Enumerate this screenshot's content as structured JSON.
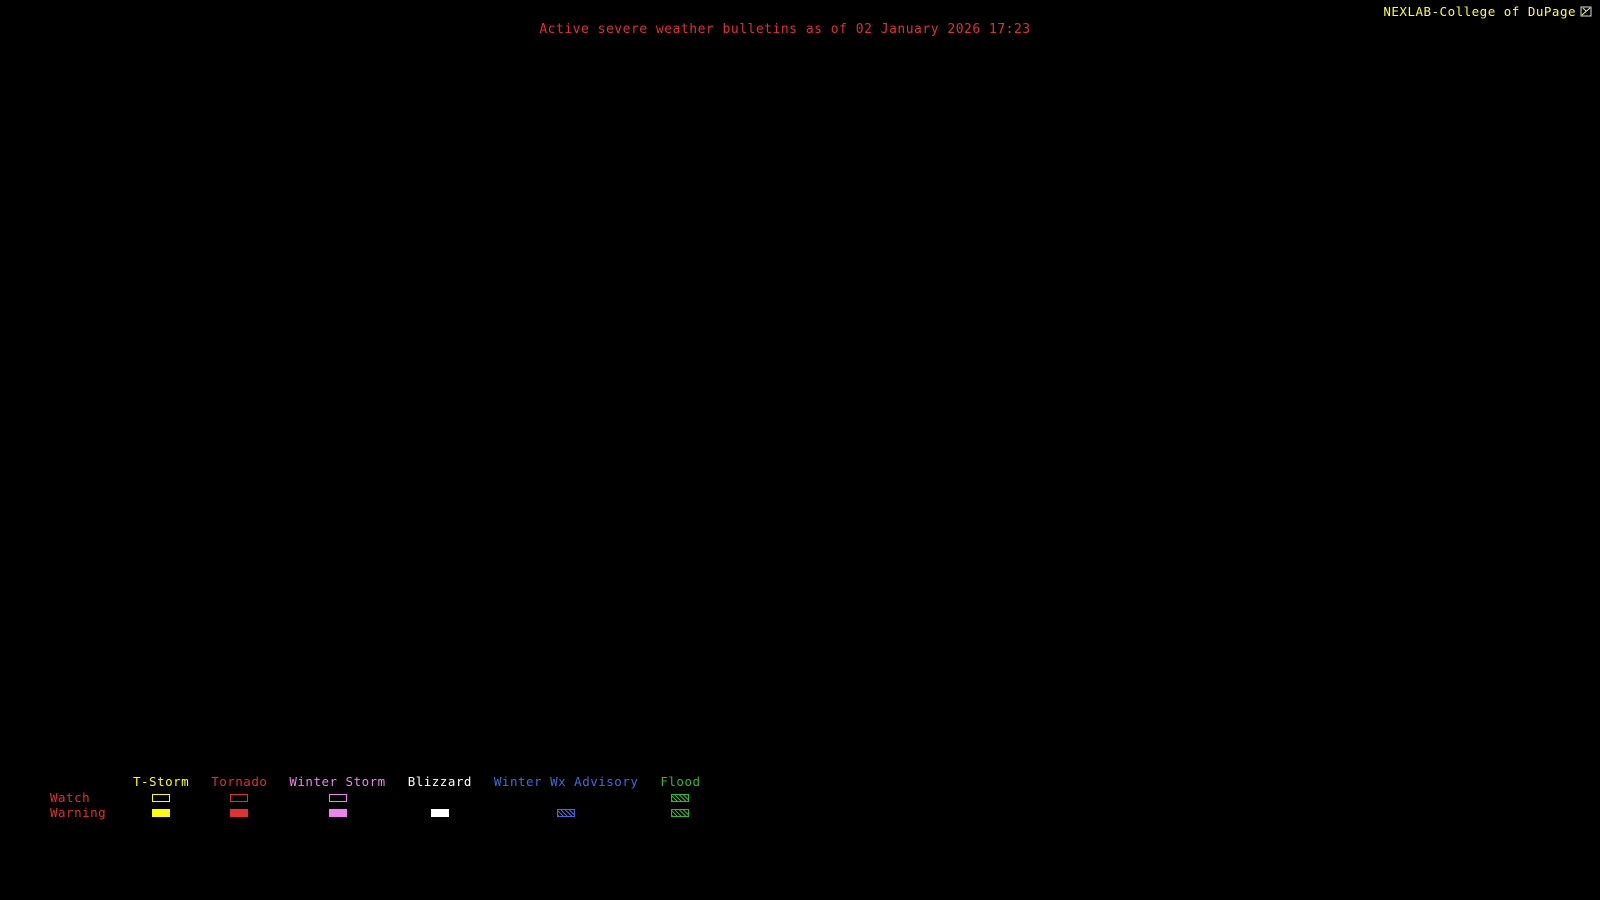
{
  "header": {
    "title": "Active severe weather bulletins as of 02 January 2026 17:23",
    "title_color": "#e03030",
    "brand": "NEXLAB-College of DuPage",
    "brand_color": "#ffff33"
  },
  "legend": {
    "watch_label": "Watch",
    "warning_label": "Warning",
    "row_label_color": "#e03030",
    "columns": [
      {
        "id": "tstorm",
        "label": "T-Storm",
        "color": "#ffff00",
        "watch": "outline",
        "warning": "fill"
      },
      {
        "id": "tornado",
        "label": "Tornado",
        "color": "#e03030",
        "watch": "outline",
        "warning": "fill"
      },
      {
        "id": "winter-storm",
        "label": "Winter Storm",
        "color": "#ee82ee",
        "watch": "outline",
        "warning": "fill"
      },
      {
        "id": "blizzard",
        "label": "Blizzard",
        "color": "#ffffff",
        "watch": "none",
        "warning": "fill"
      },
      {
        "id": "winter-wx-advisory",
        "label": "Winter Wx Advisory",
        "color": "#4169e1",
        "watch": "none",
        "warning": "hatch"
      },
      {
        "id": "flood",
        "label": "Flood",
        "color": "#2eb82e",
        "watch": "hatch",
        "warning": "hatch"
      }
    ]
  }
}
